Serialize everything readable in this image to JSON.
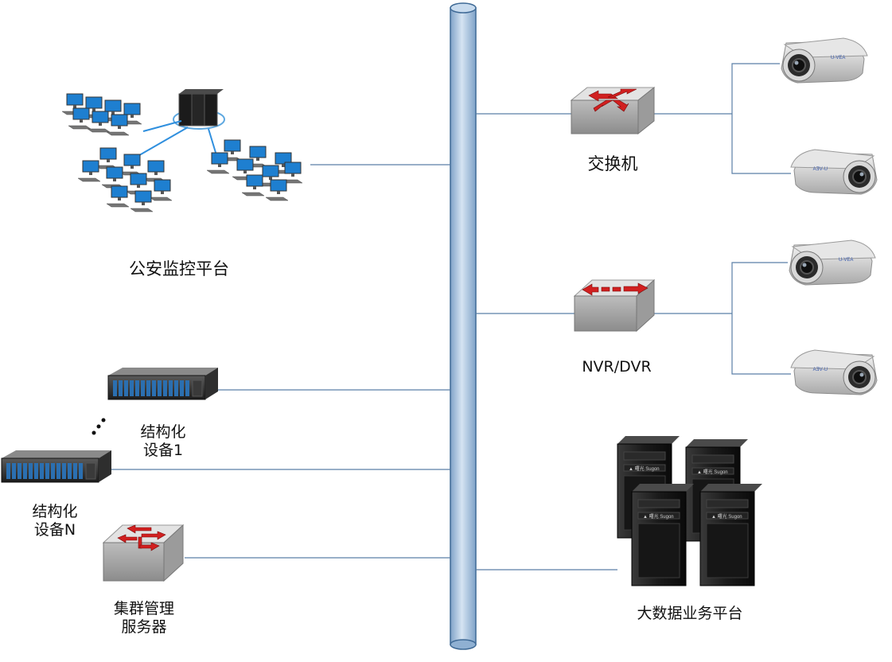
{
  "labels": {
    "police_platform": "公安监控平台",
    "switch": "交换机",
    "nvr_dvr": "NVR/DVR",
    "struct_device_1_line1": "结构化",
    "struct_device_1_line2": "设备1",
    "struct_device_n_line1": "结构化",
    "struct_device_n_line2": "设备N",
    "cluster_server_line1": "集群管理",
    "cluster_server_line2": "服务器",
    "bigdata_platform": "大数据业务平台"
  },
  "colors": {
    "bus_fill": "#b6cde3",
    "bus_stroke": "#3f6a96",
    "link_line": "#5a7fa6",
    "arrow_red": "#d12020",
    "device_gray": "#c9c9c9",
    "monitor_blue": "#1e7fd0"
  }
}
